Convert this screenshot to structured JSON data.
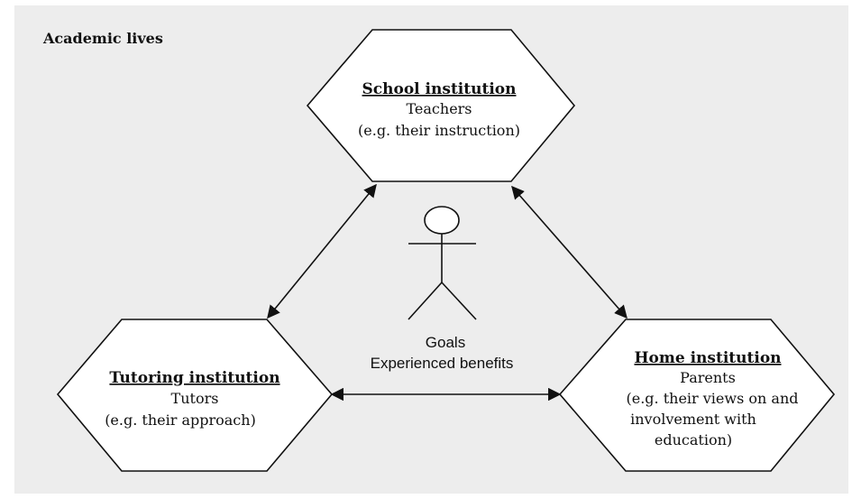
{
  "title": "Academic lives",
  "school": {
    "title": "School institution",
    "lines": [
      "Teachers",
      "(e.g. their instruction)"
    ]
  },
  "tutoring": {
    "title": "Tutoring institution",
    "lines": [
      "Tutors",
      "(e.g. their approach)"
    ]
  },
  "home": {
    "title": "Home institution",
    "lines": [
      "Parents",
      "(e.g. their views on and",
      "involvement with",
      "education)"
    ]
  },
  "center": {
    "lines": [
      "Goals",
      "Experienced benefits"
    ]
  },
  "colors": {
    "background": "#ededed",
    "shape_fill": "#ffffff",
    "stroke": "#111111"
  }
}
